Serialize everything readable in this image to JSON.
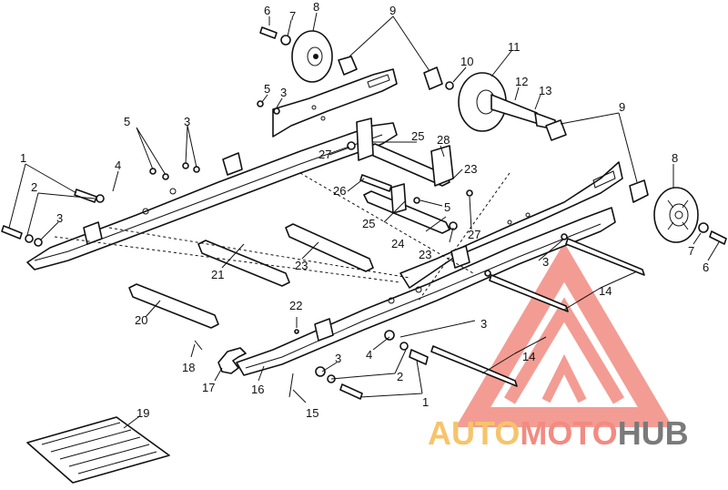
{
  "callouts": [
    "1",
    "2",
    "3",
    "4",
    "5",
    "6",
    "7",
    "8",
    "9",
    "10",
    "11",
    "12",
    "13",
    "14",
    "15",
    "16",
    "17",
    "18",
    "19",
    "20",
    "21",
    "22",
    "23",
    "24",
    "25",
    "26",
    "27",
    "28"
  ],
  "watermark": {
    "auto": "AUTO",
    "moto": "MOTO",
    "hub": "HUB",
    "colors": {
      "auto": "#f6c46a",
      "moto": "#f28b82",
      "hub": "#7a7a7a",
      "triangle": "#f28b82"
    }
  }
}
